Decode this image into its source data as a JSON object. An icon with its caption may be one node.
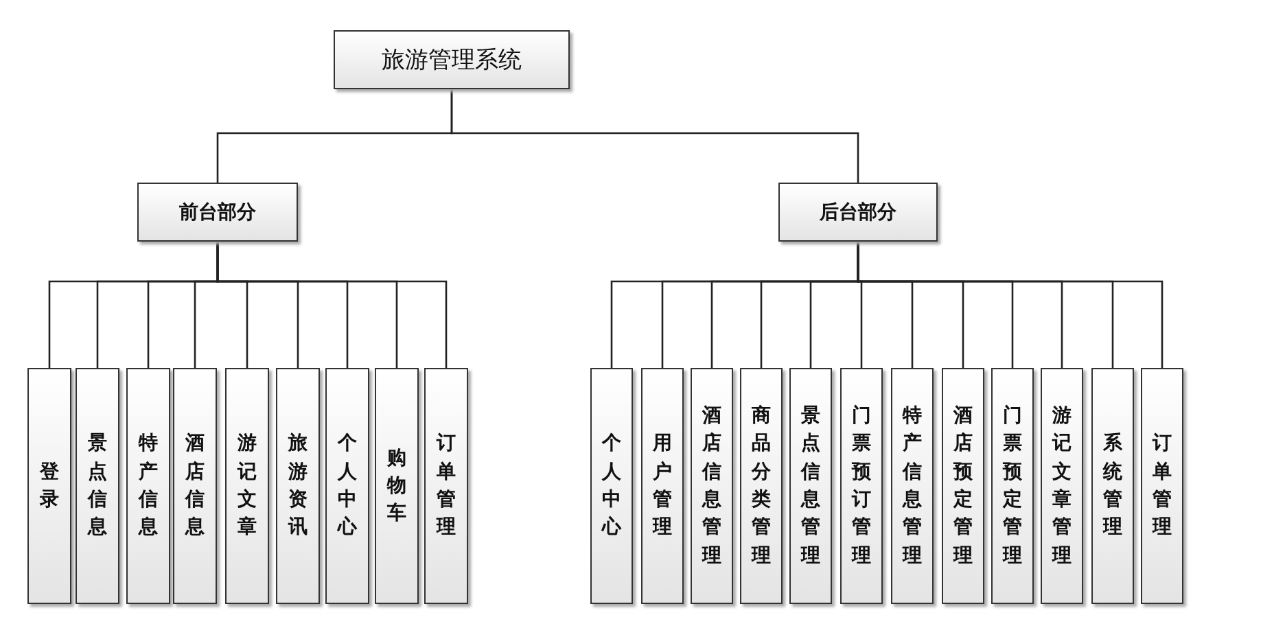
{
  "diagram": {
    "nodes": [
      {
        "text": [
          "旅游管理系统"
        ]
      },
      {
        "text": [
          "前台部分"
        ]
      },
      {
        "text": [
          "后台部分"
        ]
      },
      {
        "text": [
          "登录"
        ]
      },
      {
        "text": [
          "景点信息"
        ]
      },
      {
        "text": [
          "特产信息"
        ]
      },
      {
        "text": [
          "酒店信息"
        ]
      },
      {
        "text": [
          "游记文章"
        ]
      },
      {
        "text": [
          "旅游资讯"
        ]
      },
      {
        "text": [
          "个人中心"
        ]
      },
      {
        "text": [
          "购物车"
        ]
      },
      {
        "text": [
          "订单管理"
        ]
      },
      {
        "text": [
          "个人中心"
        ]
      },
      {
        "text": [
          "用户管理"
        ]
      },
      {
        "text": [
          "酒店信息管理"
        ]
      },
      {
        "text": [
          "商品分类管理"
        ]
      },
      {
        "text": [
          "景点信息管理"
        ]
      },
      {
        "text": [
          "门票预订管理"
        ]
      },
      {
        "text": [
          "特产信息管理"
        ]
      },
      {
        "text": [
          "酒店预定管理"
        ]
      },
      {
        "text": [
          "门票预定管理"
        ]
      },
      {
        "text": [
          "游记文章管理"
        ]
      },
      {
        "text": [
          "系统管理"
        ]
      },
      {
        "text": [
          "订单管理"
        ]
      }
    ],
    "edges": [
      {
        "from": 0,
        "to": 1,
        "arrow": "none"
      },
      {
        "from": 0,
        "to": 2,
        "arrow": "none"
      },
      {
        "from": 1,
        "to": 3,
        "arrow": "none"
      },
      {
        "from": 1,
        "to": 4,
        "arrow": "none"
      },
      {
        "from": 1,
        "to": 5,
        "arrow": "none"
      },
      {
        "from": 1,
        "to": 6,
        "arrow": "none"
      },
      {
        "from": 1,
        "to": 7,
        "arrow": "none"
      },
      {
        "from": 1,
        "to": 8,
        "arrow": "none"
      },
      {
        "from": 1,
        "to": 9,
        "arrow": "none"
      },
      {
        "from": 1,
        "to": 10,
        "arrow": "none"
      },
      {
        "from": 1,
        "to": 11,
        "arrow": "none"
      },
      {
        "from": 2,
        "to": 12,
        "arrow": "none"
      },
      {
        "from": 2,
        "to": 13,
        "arrow": "none"
      },
      {
        "from": 2,
        "to": 14,
        "arrow": "none"
      },
      {
        "from": 2,
        "to": 15,
        "arrow": "none"
      },
      {
        "from": 2,
        "to": 16,
        "arrow": "none"
      },
      {
        "from": 2,
        "to": 17,
        "arrow": "none"
      },
      {
        "from": 2,
        "to": 18,
        "arrow": "none"
      },
      {
        "from": 2,
        "to": 19,
        "arrow": "none"
      },
      {
        "from": 2,
        "to": 20,
        "arrow": "none"
      },
      {
        "from": 2,
        "to": 21,
        "arrow": "none"
      },
      {
        "from": 2,
        "to": 22,
        "arrow": "none"
      },
      {
        "from": 2,
        "to": 23,
        "arrow": "none"
      }
    ]
  }
}
